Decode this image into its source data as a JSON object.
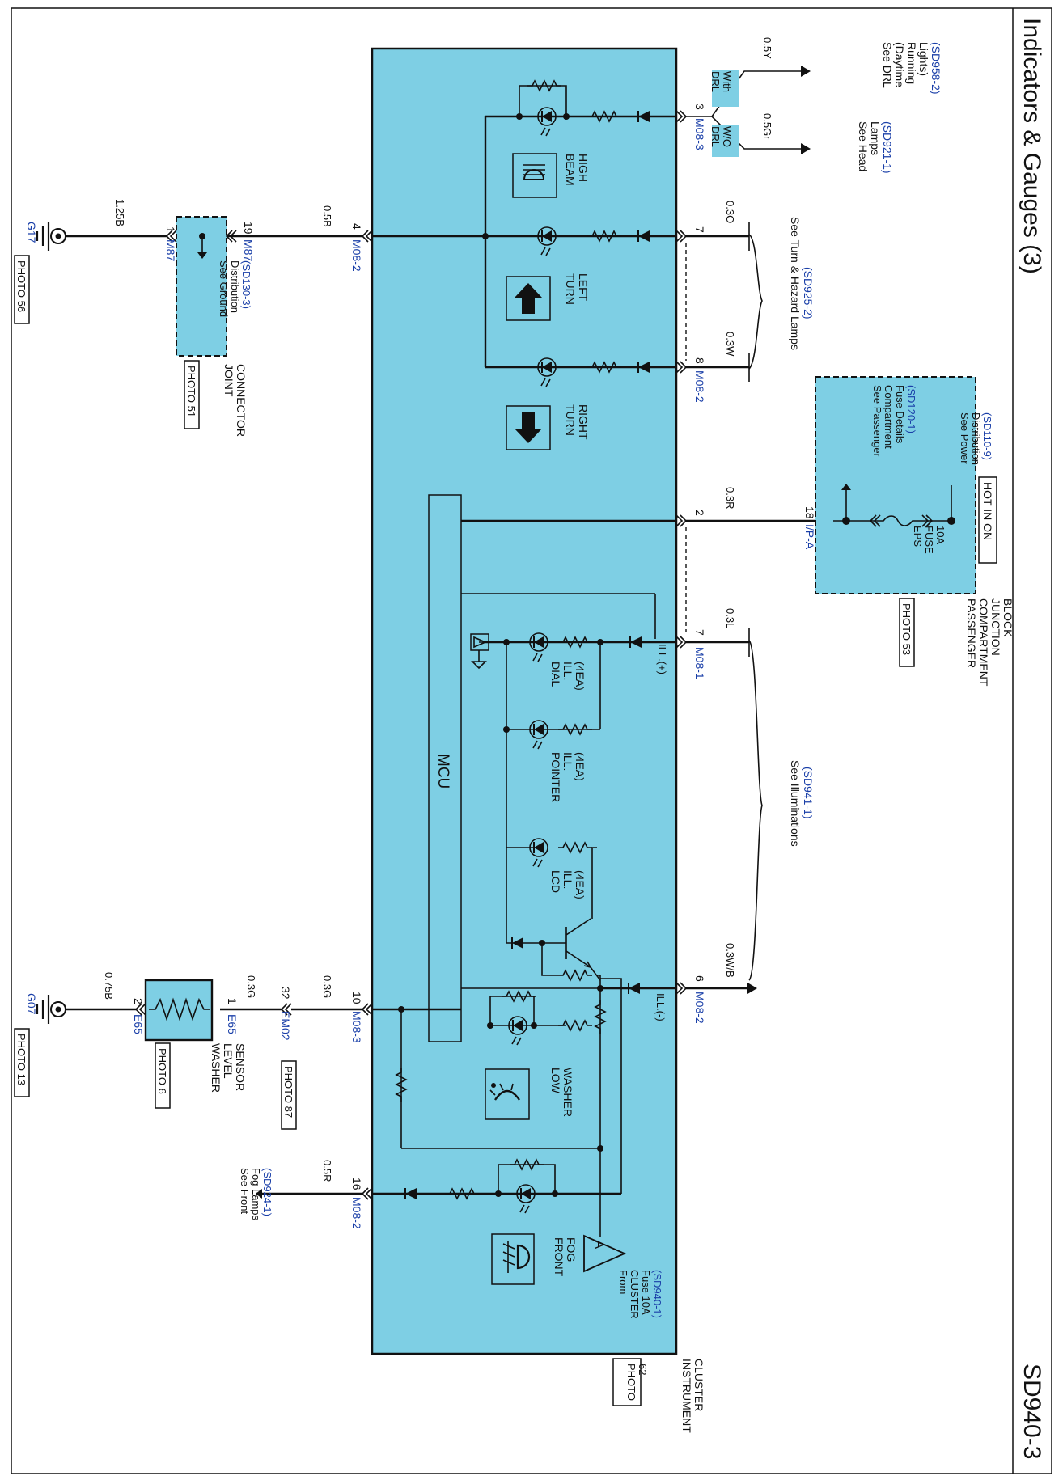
{
  "header": {
    "title": "Indicators & Gauges (3)",
    "page_code": "SD940-3"
  },
  "colors": {
    "cluster_fill": "#7ecfe4",
    "link_text": "#1a3fa8",
    "wire": "#111111"
  },
  "instrument_cluster": {
    "name_line1": "INSTRUMENT",
    "name_line2": "CLUSTER",
    "photo_line1": "PHOTO",
    "photo_line2": "62",
    "mcu_label": "MCU"
  },
  "high_beam": {
    "label_line1": "HIGH",
    "label_line2": "BEAM",
    "pin": "3",
    "connector": "M08-3",
    "with_drl": {
      "box_line1": "With",
      "box_line2": "DRL",
      "wire": "0.5Y",
      "see_line1": "See DRL",
      "see_line2": "(Daytime",
      "see_line3": "Running",
      "see_line4": "Lights)",
      "ref": "(SD958-2)"
    },
    "wo_drl": {
      "box_line1": "W/O",
      "box_line2": "DRL",
      "wire": "0.5Gr",
      "see_line1": "See Head",
      "see_line2": "Lamps",
      "ref": "(SD921-1)"
    }
  },
  "turn": {
    "left_line1": "LEFT",
    "left_line2": "TURN",
    "right_line1": "RIGHT",
    "right_line2": "TURN",
    "left_pin": "7",
    "left_wire": "0.3O",
    "right_pin": "8",
    "right_wire": "0.3W",
    "connector": "M08-2",
    "see_text": "See Turn & Hazard Lamps",
    "ref": "(SD925-2)"
  },
  "ground_main": {
    "pin": "4",
    "wire": "0.5B",
    "connector": "M08-2",
    "jc_pin_in": "19",
    "jc_conn_in": "M87",
    "jc_pin_out": "1",
    "jc_conn_out": "M87",
    "jc_see_line1": "See Ground",
    "jc_see_line2": "Distribution",
    "jc_ref": "(SD130-3)",
    "jc_name_line1": "JOINT",
    "jc_name_line2": "CONNECTOR",
    "jc_photo": "PHOTO 51",
    "g_wire": "1.25B",
    "ground_id": "G17",
    "ground_photo": "PHOTO 56"
  },
  "power": {
    "pin": "2",
    "wire": "0.3R",
    "jb_pin": "18",
    "jb_conn": "I/P-A",
    "hot_label": "HOT IN ON",
    "see_power_line1": "See Power",
    "see_power_line2": "Distribution",
    "power_ref": "(SD110-9)",
    "fuse_line1": "EPS",
    "fuse_line2": "FUSE",
    "fuse_line3": "10A",
    "see_pc_line1": "See Passenger",
    "see_pc_line2": "Compartment",
    "see_pc_line3": "Fuse Details",
    "pc_ref": "(SD120-1)",
    "jb_name_line1": "PASSENGER",
    "jb_name_line2": "COMPARTMENT",
    "jb_name_line3": "JUNCTION",
    "jb_name_line4": "BLOCK",
    "jb_photo": "PHOTO 53"
  },
  "illumination": {
    "plus_pin": "7",
    "plus_wire": "0.3L",
    "plus_conn": "M08-1",
    "plus_label": "ILL.(+)",
    "minus_pin": "6",
    "minus_wire": "0.3W/B",
    "minus_conn": "M08-2",
    "minus_label": "ILL.(-)",
    "see_text": "See Illuminations",
    "ref": "(SD941-1)",
    "dial": [
      "DIAL",
      "ILL.",
      "(4EA)"
    ],
    "pointer": [
      "POINTER",
      "ILL.",
      "(4EA)"
    ],
    "lcd": [
      "LCD",
      "ILL.",
      "(4EA)"
    ]
  },
  "washer": {
    "low_line1": "LOW",
    "low_line2": "WASHER",
    "pin": "10",
    "wire": "0.3G",
    "connector": "M08-3",
    "em_pin": "32",
    "em_conn": "EM02",
    "em_photo": "PHOTO 87",
    "sensor_wire": "0.3G",
    "sensor_pin_in": "1",
    "sensor_conn_in": "E65",
    "sensor_pin_out": "2",
    "sensor_conn_out": "E65",
    "sensor_line1": "WASHER",
    "sensor_line2": "LEVEL",
    "sensor_line3": "SENSOR",
    "sensor_photo": "PHOTO 6",
    "g_wire": "0.75B",
    "ground_id": "G07",
    "ground_photo": "PHOTO 13"
  },
  "front_fog": {
    "label_line1": "FRONT",
    "label_line2": "FOG",
    "pin": "16",
    "wire": "0.5R",
    "connector": "M08-2",
    "see_line1": "See Front",
    "see_line2": "Fog Lamps",
    "ref": "(SD924-1)"
  },
  "cluster_fuse": {
    "symbol": "A",
    "line1": "From",
    "line2": "CLUSTER",
    "line3": "Fuse 10A",
    "ref": "(SD940-1)"
  }
}
